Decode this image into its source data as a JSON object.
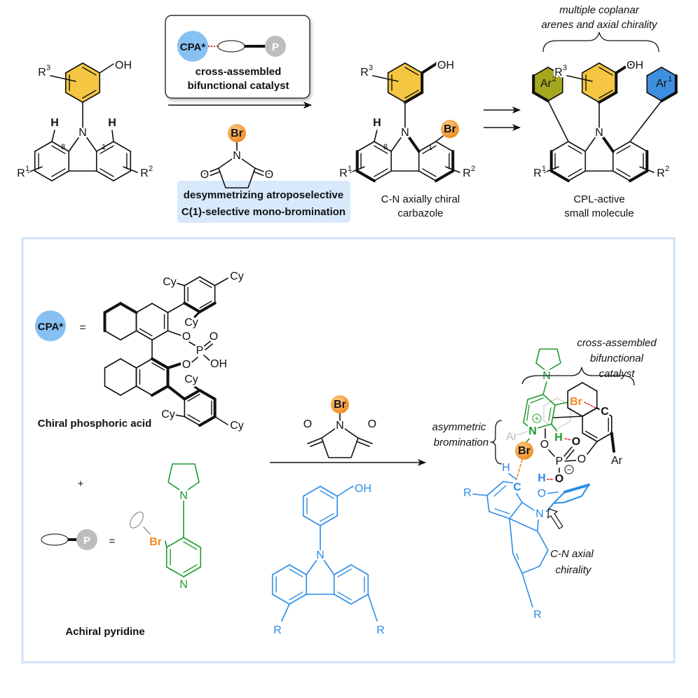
{
  "colors": {
    "cpa_circle": "#86c1f2",
    "p_circle": "#bdbdbd",
    "bromine_orange": "#f08a24",
    "aryl_yellow": "#f4c642",
    "ar2_olive": "#a5a81e",
    "ar1_blue": "#3d8fe0",
    "substrate_blue": "#2b8ce8",
    "pyridine_green": "#1f9a2e",
    "panel_border": "#cfe3f7",
    "highlight_bg": "#d8e9fb"
  },
  "atoms": {
    "R": "R",
    "OH": "OH",
    "H": "H",
    "N": "N",
    "Br": "Br",
    "O": "O",
    "P": "P",
    "C": "C",
    "Ar": "Ar",
    "Cy": "Cy",
    "sup1": "1",
    "sup2": "2",
    "sup3": "3",
    "pos8": "8",
    "pos1": "1",
    "plus_charge": "+",
    "minus_charge": "−"
  },
  "top": {
    "catalyst_box": {
      "cpa": "CPA*",
      "p": "P",
      "line1": "cross-assembled",
      "line2": "bifunctional catalyst"
    },
    "conditions": {
      "line1": "desymmetrizing atroposelective",
      "line2": "C(1)-selective mono-bromination"
    },
    "product1": {
      "line1": "C-N axially chiral",
      "line2": "carbazole"
    },
    "product2": {
      "line1": "CPL-active",
      "line2": "small molecule",
      "annotation1": "multiple coplanar",
      "annotation2": "arenes and axial chirality"
    }
  },
  "bottom": {
    "cpa": "CPA*",
    "equals": "=",
    "plus": "+",
    "cpa_name": "Chiral phosphoric acid",
    "pyridine_name": "Achiral pyridine",
    "ts_catalyst1": "cross-assembled",
    "ts_catalyst2": "bifunctional",
    "ts_catalyst3": "catalyst",
    "ts_bromination1": "asymmetric",
    "ts_bromination2": "bromination",
    "ts_axial1": "C-N axial",
    "ts_axial2": "chirality"
  }
}
